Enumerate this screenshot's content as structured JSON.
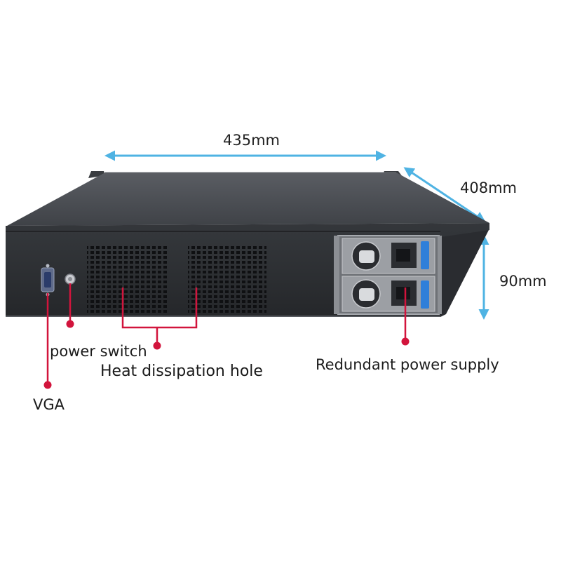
{
  "dimensions": {
    "width": "435mm",
    "depth": "408mm",
    "height": "90mm"
  },
  "callouts": {
    "vga": "VGA",
    "power_switch": "power switch",
    "heat_dissipation": "Heat dissipation hole",
    "redundant_psu": "Redundant power supply"
  },
  "colors": {
    "dimension_arrow": "#4fb3e3",
    "callout_line": "#d2143c",
    "chassis_top": "#4a4d52",
    "chassis_back": "#2d2f33",
    "psu_frame": "#9a9da2",
    "release_tab": "#2f7fd9"
  }
}
